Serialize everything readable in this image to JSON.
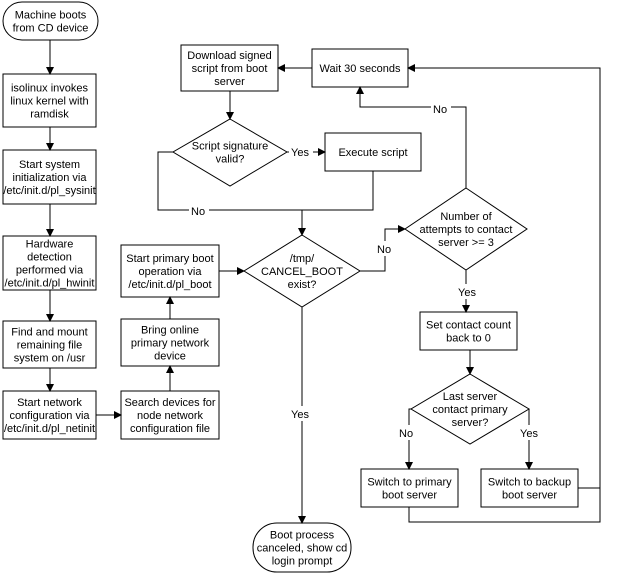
{
  "nodes": {
    "machine_boots": [
      "Machine boots",
      "from CD device"
    ],
    "isolinux": [
      "isolinux invokes",
      "linux kernel with",
      "ramdisk"
    ],
    "start_sysinit": [
      "Start system",
      "initialization via",
      "/etc/init.d/pl_sysinit"
    ],
    "hwinit": [
      "Hardware",
      "detection",
      "performed via",
      "/etc/init.d/pl_hwinit"
    ],
    "mount_usr": [
      "Find and mount",
      "remaining file",
      "system on /usr"
    ],
    "netinit": [
      "Start network",
      "configuration via",
      "/etc/init.d/pl_netinit"
    ],
    "search_devices": [
      "Search devices for",
      "node network",
      "configuration file"
    ],
    "bring_online": [
      "Bring online",
      "primary network",
      "device"
    ],
    "pl_boot": [
      "Start primary boot",
      "operation via",
      "/etc/init.d/pl_boot"
    ],
    "download_script": [
      "Download signed",
      "script from boot",
      "server"
    ],
    "wait_30": [
      "Wait 30 seconds"
    ],
    "sig_valid": [
      "Script signature",
      "valid?"
    ],
    "execute_script": [
      "Execute script"
    ],
    "cancel_boot": [
      "/tmp/",
      "CANCEL_BOOT",
      "exist?"
    ],
    "attempts": [
      "Number of",
      "attempts to contact",
      "server >= 3"
    ],
    "reset_count": [
      "Set contact count",
      "back to 0"
    ],
    "last_server": [
      "Last server",
      "contact primary",
      "server?"
    ],
    "switch_primary": [
      "Switch to primary",
      "boot server"
    ],
    "switch_backup": [
      "Switch to backup",
      "boot server"
    ],
    "canceled": [
      "Boot process",
      "canceled, show cd",
      "login prompt"
    ]
  },
  "edge_labels": {
    "sig_yes": "Yes",
    "sig_no": "No",
    "cancel_no": "No",
    "cancel_yes": "Yes",
    "attempts_no": "No",
    "attempts_yes": "Yes",
    "last_no": "No",
    "last_yes": "Yes"
  }
}
